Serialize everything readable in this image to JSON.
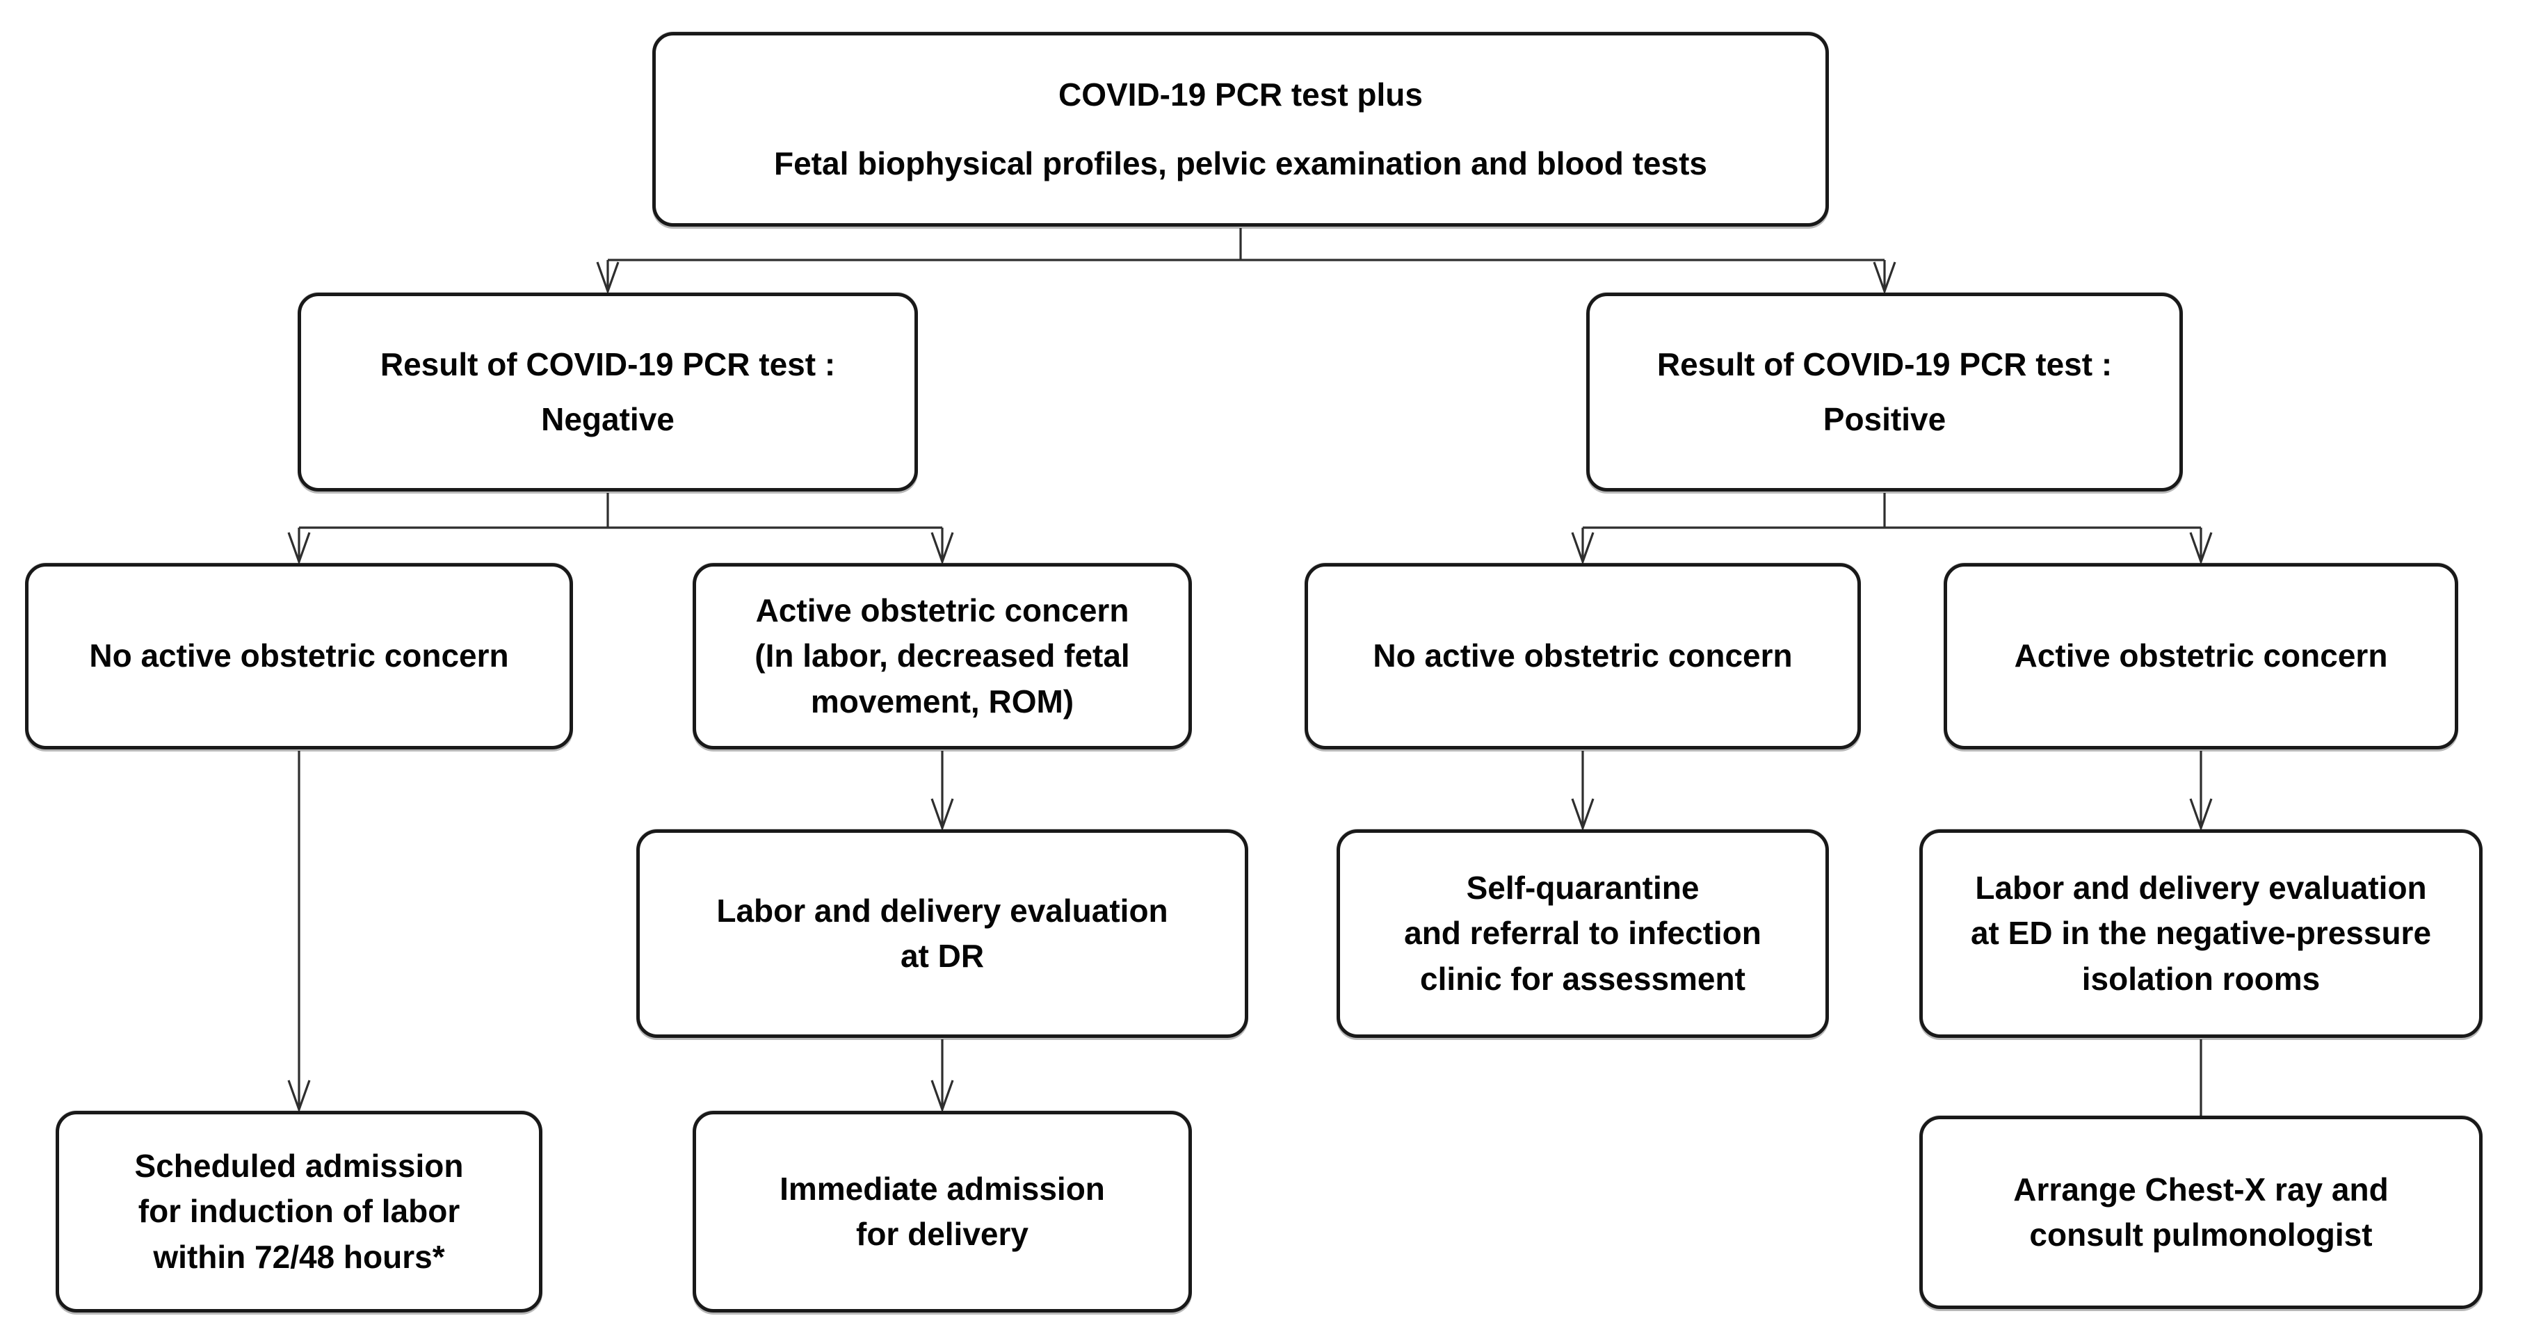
{
  "diagram": {
    "type": "flowchart",
    "colors": {
      "background": "#ffffff",
      "node_fill": "#ffffff",
      "node_border": "#191919",
      "connector": "#2e2e2e",
      "text": "#050505"
    },
    "nodes": [
      {
        "id": "root",
        "lines": [
          "COVID-19 PCR test plus",
          "Fetal biophysical profiles, pelvic examination and blood tests"
        ]
      },
      {
        "id": "negative",
        "lines": [
          "Result of COVID-19 PCR test :",
          "Negative"
        ]
      },
      {
        "id": "positive",
        "lines": [
          "Result of COVID-19 PCR test :",
          "Positive"
        ]
      },
      {
        "id": "neg-no-concern",
        "lines": [
          "No active obstetric concern"
        ]
      },
      {
        "id": "neg-active-concern",
        "lines": [
          "Active obstetric concern",
          "(In labor, decreased fetal",
          "movement, ROM)"
        ]
      },
      {
        "id": "pos-no-concern",
        "lines": [
          "No active obstetric concern"
        ]
      },
      {
        "id": "pos-active-concern",
        "lines": [
          "Active obstetric concern"
        ]
      },
      {
        "id": "dr-evaluation",
        "lines": [
          "Labor and delivery evaluation",
          "at DR"
        ]
      },
      {
        "id": "self-quarantine",
        "lines": [
          "Self-quarantine",
          "and referral to infection",
          "clinic for assessment"
        ]
      },
      {
        "id": "ed-evaluation",
        "lines": [
          "Labor and delivery evaluation",
          "at ED in the negative-pressure",
          "isolation rooms"
        ]
      },
      {
        "id": "scheduled-admission",
        "lines": [
          "Scheduled admission",
          "for induction of labor",
          "within 72/48 hours*"
        ]
      },
      {
        "id": "immediate-admission",
        "lines": [
          "Immediate admission",
          "for delivery"
        ]
      },
      {
        "id": "chest-xray",
        "lines": [
          "Arrange Chest-X ray and",
          "consult pulmonologist"
        ]
      }
    ],
    "edges": [
      {
        "from": "root",
        "to": "negative",
        "arrow": true
      },
      {
        "from": "root",
        "to": "positive",
        "arrow": true
      },
      {
        "from": "negative",
        "to": "neg-no-concern",
        "arrow": true
      },
      {
        "from": "negative",
        "to": "neg-active-concern",
        "arrow": true
      },
      {
        "from": "positive",
        "to": "pos-no-concern",
        "arrow": true
      },
      {
        "from": "positive",
        "to": "pos-active-concern",
        "arrow": true
      },
      {
        "from": "neg-no-concern",
        "to": "scheduled-admission",
        "arrow": true
      },
      {
        "from": "neg-active-concern",
        "to": "dr-evaluation",
        "arrow": true
      },
      {
        "from": "dr-evaluation",
        "to": "immediate-admission",
        "arrow": true
      },
      {
        "from": "pos-no-concern",
        "to": "self-quarantine",
        "arrow": true
      },
      {
        "from": "pos-active-concern",
        "to": "ed-evaluation",
        "arrow": true
      },
      {
        "from": "ed-evaluation",
        "to": "chest-xray",
        "arrow": false
      }
    ]
  }
}
